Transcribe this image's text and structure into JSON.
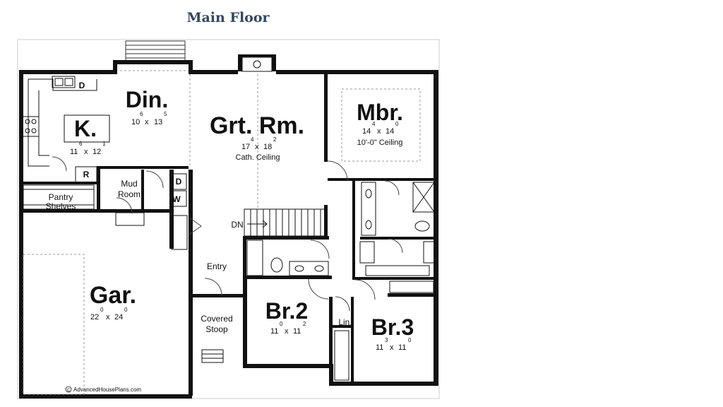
{
  "title": "Main Floor",
  "watermark": "AdvancedHousePlans.com",
  "rooms": {
    "din": {
      "name": "Din.",
      "w": "10",
      "w_in": "6",
      "d": "13",
      "d_in": "5"
    },
    "kitchen": {
      "name": "K.",
      "w": "11",
      "w_in": "6",
      "d": "12",
      "d_in": "1"
    },
    "grt": {
      "name": "Grt. Rm.",
      "w": "17",
      "w_in": "4",
      "d": "18",
      "d_in": "2",
      "note": "Cath. Ceiling"
    },
    "mbr": {
      "name": "Mbr.",
      "w": "14",
      "w_in": "4",
      "d": "14",
      "d_in": "0",
      "note": "10'-0\" Ceiling"
    },
    "gar": {
      "name": "Gar.",
      "w": "22",
      "w_in": "0",
      "d": "24",
      "d_in": "0"
    },
    "br2": {
      "name": "Br.2",
      "w": "11",
      "w_in": "0",
      "d": "11",
      "d_in": "2"
    },
    "br3": {
      "name": "Br.3",
      "w": "11",
      "w_in": "3",
      "d": "11",
      "d_in": "0"
    }
  },
  "labels": {
    "mud": "Mud",
    "room": "Room",
    "pantry": "Pantry",
    "shelves": "Shelves",
    "entry": "Entry",
    "covered": "Covered",
    "stoop": "Stoop",
    "lin": "Lin.",
    "dn": "DN",
    "r": "R",
    "d": "D",
    "w": "W",
    "x": "x"
  }
}
